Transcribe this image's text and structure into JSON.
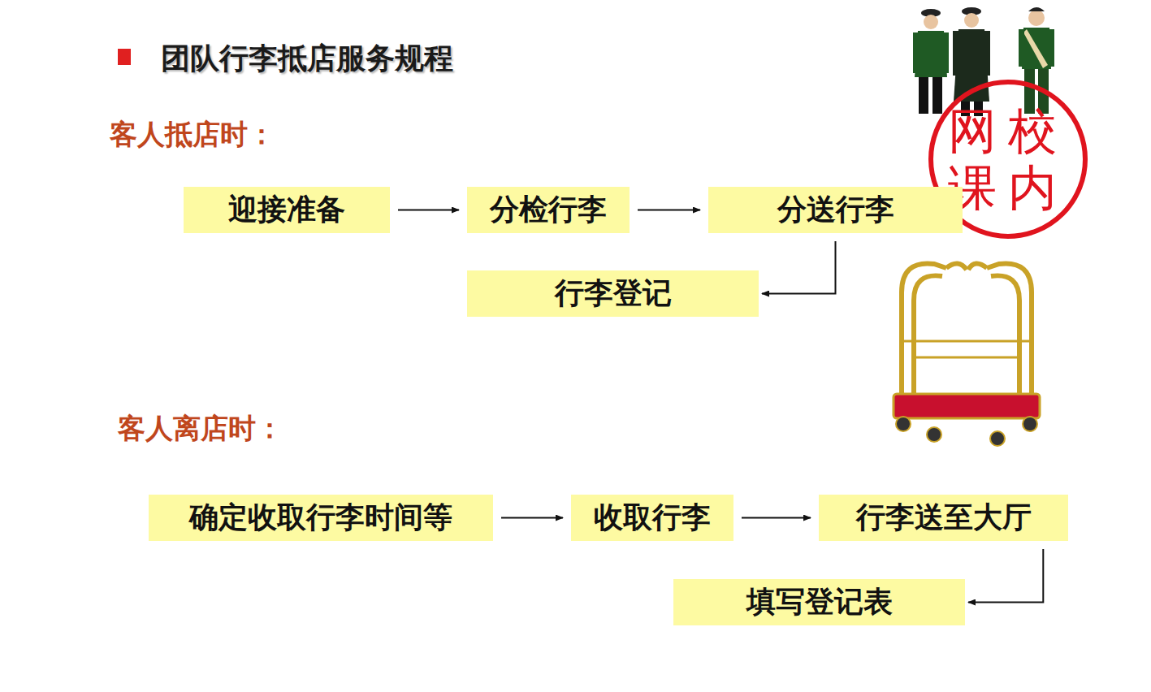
{
  "diagram": {
    "title": "团队行李抵店服务规程",
    "nodes": [
      {
        "text": [
          "迎接准备"
        ]
      },
      {
        "text": [
          "分检行李"
        ]
      },
      {
        "text": [
          "分送行李"
        ]
      },
      {
        "text": [
          "行李登记"
        ]
      },
      {
        "text": [
          "确定收取行李时间等"
        ]
      },
      {
        "text": [
          "收取行李"
        ]
      },
      {
        "text": [
          "行李送至大厅"
        ]
      },
      {
        "text": [
          "填写登记表"
        ]
      }
    ],
    "edges": [
      {
        "from": 0,
        "to": 1,
        "arrow": "to"
      },
      {
        "from": 1,
        "to": 2,
        "arrow": "to"
      },
      {
        "from": 2,
        "to": 3,
        "arrow": "to"
      },
      {
        "from": 4,
        "to": 5,
        "arrow": "to"
      },
      {
        "from": 5,
        "to": 6,
        "arrow": "to"
      },
      {
        "from": 6,
        "to": 7,
        "arrow": "to"
      }
    ],
    "labels": [
      "客人抵店时：",
      "客人离店时：",
      "网校",
      "课内"
    ]
  }
}
